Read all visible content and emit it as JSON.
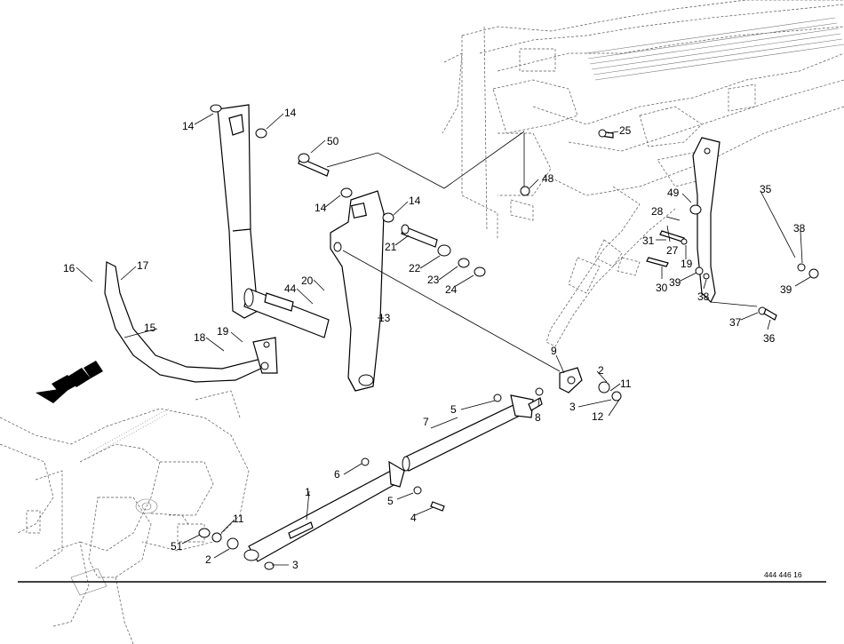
{
  "document": {
    "drawing_number": "444 446 16"
  },
  "callouts": {
    "c1": "1",
    "c2a": "2",
    "c2b": "2",
    "c3a": "3",
    "c3b": "3",
    "c4": "4",
    "c5a": "5",
    "c5b": "5",
    "c6": "6",
    "c7": "7",
    "c8": "8",
    "c9": "9",
    "c11a": "11",
    "c11b": "11",
    "c12": "12",
    "c13": "13",
    "c14a": "14",
    "c14b": "14",
    "c14c": "14",
    "c14d": "14",
    "c15": "15",
    "c16": "16",
    "c17": "17",
    "c18": "18",
    "c19a": "19",
    "c19b": "19",
    "c20": "20",
    "c21": "21",
    "c22": "22",
    "c23": "23",
    "c24": "24",
    "c25": "25",
    "c27": "27",
    "c28": "28",
    "c30": "30",
    "c31": "31",
    "c35": "35",
    "c36": "36",
    "c37": "37",
    "c38a": "38",
    "c38b": "38",
    "c39a": "39",
    "c39b": "39",
    "c44": "44",
    "c48": "48",
    "c49": "49",
    "c50": "50",
    "c51": "51"
  },
  "icons": {
    "direction_arrow": "direction-of-travel-arrow-icon"
  }
}
